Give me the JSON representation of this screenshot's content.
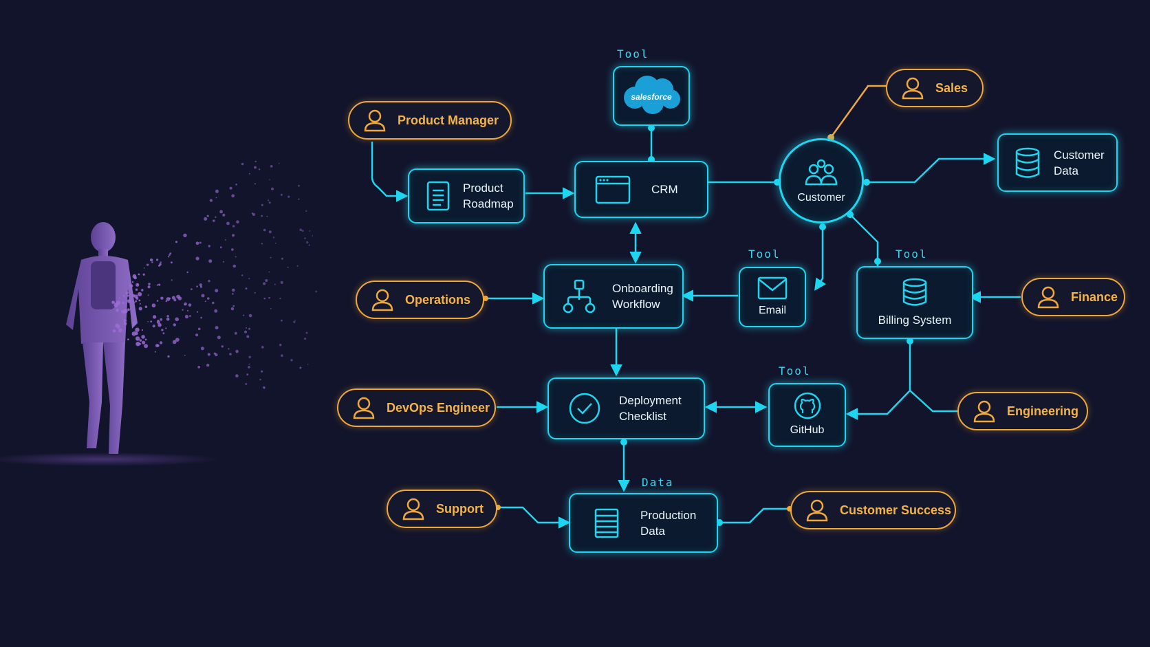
{
  "diagram": {
    "tags": {
      "crm_tool": "Tool",
      "email_tool": "Tool",
      "billing_tool": "Tool",
      "github_tool": "Tool",
      "production_data": "Data"
    },
    "nodes": {
      "salesforce": {
        "label": "salesforce",
        "icon": "salesforce-cloud-icon"
      },
      "product_roadmap": {
        "label": "Product\nRoadmap",
        "icon": "document-icon"
      },
      "crm": {
        "label": "CRM",
        "icon": "browser-window-icon"
      },
      "customer": {
        "label": "Customer",
        "icon": "people-icon"
      },
      "customer_data": {
        "label": "Customer\nData",
        "icon": "database-icon"
      },
      "onboarding_workflow": {
        "label": "Onboarding\nWorkflow",
        "icon": "workflow-tree-icon"
      },
      "email": {
        "label": "Email",
        "icon": "envelope-icon"
      },
      "billing_system": {
        "label": "Billing System",
        "icon": "database-icon"
      },
      "deployment_checklist": {
        "label": "Deployment\nChecklist",
        "icon": "check-circle-icon"
      },
      "github": {
        "label": "GitHub",
        "icon": "github-icon"
      },
      "production_data": {
        "label": "Production\nData",
        "icon": "server-icon"
      }
    },
    "roles": {
      "product_manager": "Product Manager",
      "sales": "Sales",
      "operations": "Operations",
      "finance": "Finance",
      "devops_engineer": "DevOps Engineer",
      "engineering": "Engineering",
      "support": "Support",
      "customer_success": "Customer Success"
    },
    "colors": {
      "background": "#12142b",
      "system_node": "#1ed6f0",
      "role_node": "#f0a838",
      "figure_particles": "#9b6bd6"
    }
  }
}
